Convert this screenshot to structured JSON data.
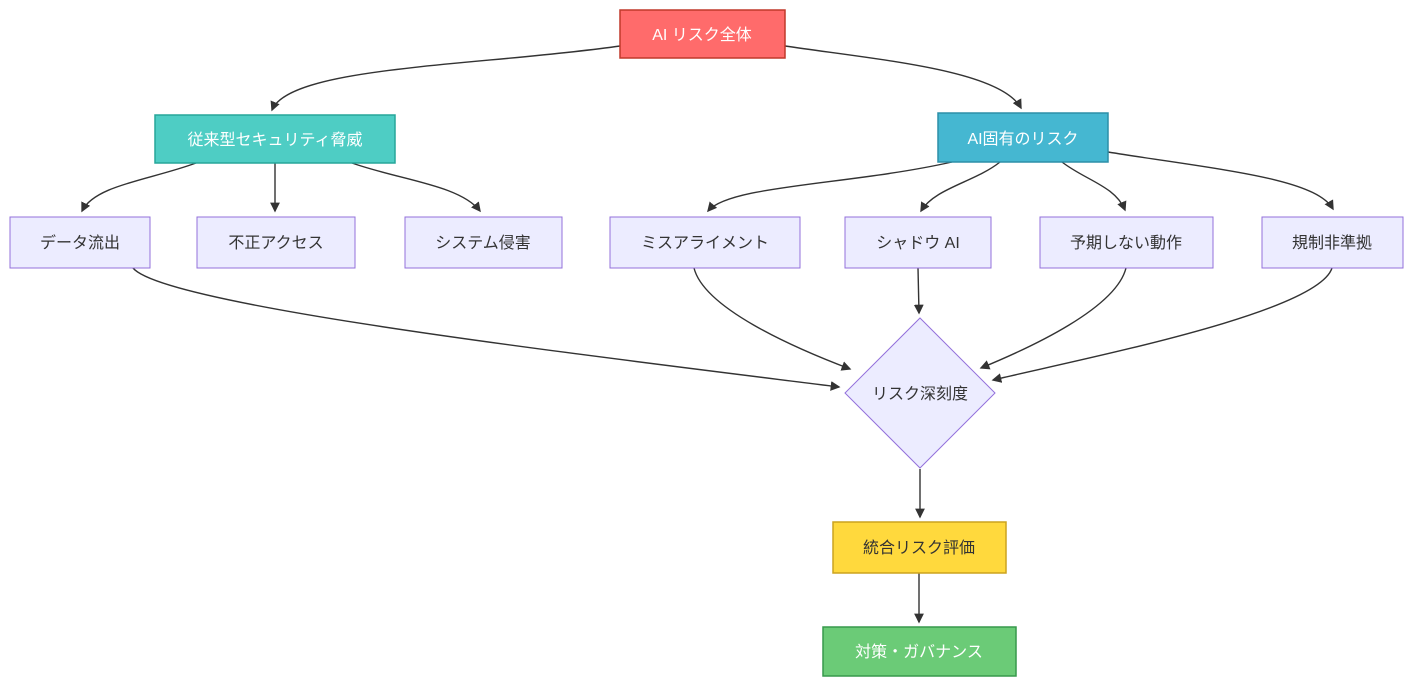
{
  "diagram": {
    "type": "flowchart",
    "direction": "top-down",
    "background_color": "#ffffff",
    "edge_color": "#333333",
    "nodes": {
      "overall": {
        "label": "AI リスク全体",
        "shape": "rect",
        "fill": "#ff6b6b",
        "stroke": "#c0392b",
        "text_color": "#ffffff"
      },
      "traditional": {
        "label": "従来型セキュリティ脅威",
        "shape": "rect",
        "fill": "#4ecdc4",
        "stroke": "#26a69a",
        "text_color": "#ffffff"
      },
      "ai_specific": {
        "label": "AI固有のリスク",
        "shape": "rect",
        "fill": "#45b7d1",
        "stroke": "#2d8fa8",
        "text_color": "#ffffff"
      },
      "data_leak": {
        "label": "データ流出",
        "shape": "rect",
        "fill": "#ececff",
        "stroke": "#9370db",
        "text_color": "#333333"
      },
      "unauthorized_access": {
        "label": "不正アクセス",
        "shape": "rect",
        "fill": "#ececff",
        "stroke": "#9370db",
        "text_color": "#333333"
      },
      "system_compromise": {
        "label": "システム侵害",
        "shape": "rect",
        "fill": "#ececff",
        "stroke": "#9370db",
        "text_color": "#333333"
      },
      "misalignment": {
        "label": "ミスアライメント",
        "shape": "rect",
        "fill": "#ececff",
        "stroke": "#9370db",
        "text_color": "#333333"
      },
      "shadow_ai": {
        "label": "シャドウ AI",
        "shape": "rect",
        "fill": "#ececff",
        "stroke": "#9370db",
        "text_color": "#333333"
      },
      "unexpected_behavior": {
        "label": "予期しない動作",
        "shape": "rect",
        "fill": "#ececff",
        "stroke": "#9370db",
        "text_color": "#333333"
      },
      "non_compliance": {
        "label": "規制非準拠",
        "shape": "rect",
        "fill": "#ececff",
        "stroke": "#9370db",
        "text_color": "#333333"
      },
      "severity": {
        "label": "リスク深刻度",
        "shape": "diamond",
        "fill": "#ececff",
        "stroke": "#9370db",
        "text_color": "#333333"
      },
      "integrated_assessment": {
        "label": "統合リスク評価",
        "shape": "rect",
        "fill": "#ffd93d",
        "stroke": "#cca31f",
        "text_color": "#333333"
      },
      "governance": {
        "label": "対策・ガバナンス",
        "shape": "rect",
        "fill": "#6bcb77",
        "stroke": "#37994c",
        "text_color": "#ffffff"
      }
    },
    "edges": [
      {
        "from": "overall",
        "to": "traditional"
      },
      {
        "from": "overall",
        "to": "ai_specific"
      },
      {
        "from": "traditional",
        "to": "data_leak"
      },
      {
        "from": "traditional",
        "to": "unauthorized_access"
      },
      {
        "from": "traditional",
        "to": "system_compromise"
      },
      {
        "from": "ai_specific",
        "to": "misalignment"
      },
      {
        "from": "ai_specific",
        "to": "shadow_ai"
      },
      {
        "from": "ai_specific",
        "to": "unexpected_behavior"
      },
      {
        "from": "ai_specific",
        "to": "non_compliance"
      },
      {
        "from": "data_leak",
        "to": "severity"
      },
      {
        "from": "misalignment",
        "to": "severity"
      },
      {
        "from": "shadow_ai",
        "to": "severity"
      },
      {
        "from": "unexpected_behavior",
        "to": "severity"
      },
      {
        "from": "non_compliance",
        "to": "severity"
      },
      {
        "from": "severity",
        "to": "integrated_assessment"
      },
      {
        "from": "integrated_assessment",
        "to": "governance"
      }
    ]
  }
}
